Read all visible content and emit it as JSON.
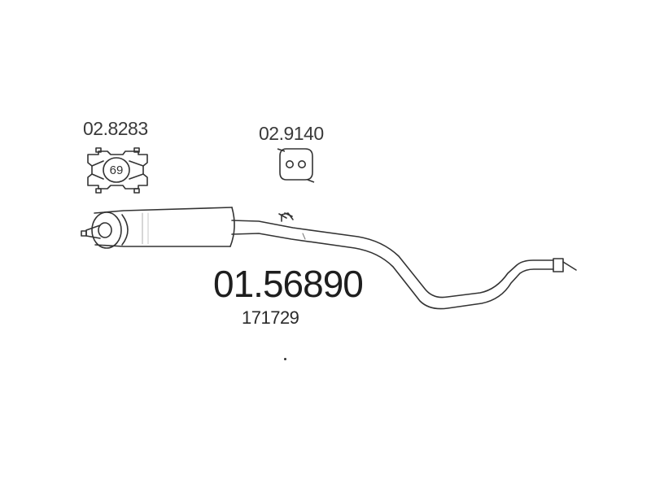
{
  "accessories": {
    "clamp": {
      "code": "02.8283",
      "size_label": "69"
    },
    "hanger": {
      "code": "02.9140"
    }
  },
  "main_part": {
    "number": "01.56890",
    "oe_number": "171729"
  }
}
